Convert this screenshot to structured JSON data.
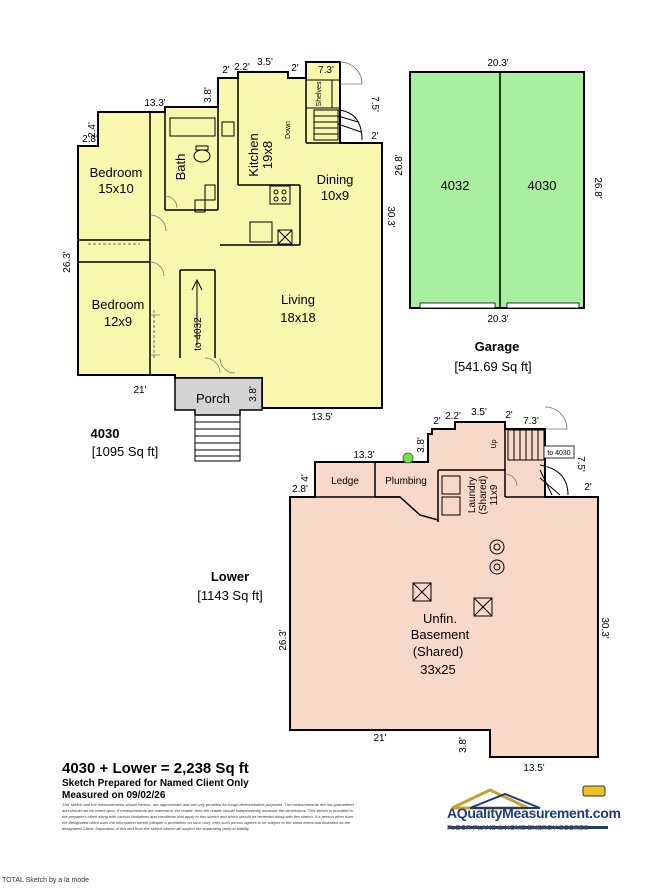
{
  "units": {
    "u4030": {
      "name": "4030",
      "area": "[1095 Sq ft]",
      "rooms": [
        {
          "id": "bedroom1",
          "name": "Bedroom",
          "size": "15x10"
        },
        {
          "id": "bedroom2",
          "name": "Bedroom",
          "size": "12x9"
        },
        {
          "id": "bath",
          "name": "Bath",
          "size": ""
        },
        {
          "id": "kitchen",
          "name": "Kitchen",
          "size": "19x8"
        },
        {
          "id": "dining",
          "name": "Dining",
          "size": "10x9"
        },
        {
          "id": "living",
          "name": "Living",
          "size": "18x18"
        },
        {
          "id": "porch",
          "name": "Porch",
          "size": ""
        }
      ],
      "notes": {
        "shelves": "Shelves",
        "down": "Down",
        "to4032": "to 4032"
      },
      "dims": {
        "top_left": "13.3'",
        "d2a": "2'",
        "d22": "2.2'",
        "d35": "3.5'",
        "d2b": "2'",
        "d73": "7.3'",
        "d38": "3.8'",
        "d24": "2.4'",
        "d28": "2.8'",
        "d75": "7.5'",
        "d2c": "2'",
        "d303": "30.3'",
        "d263": "26.3'",
        "d21": "21'",
        "d38b": "3.8'",
        "d135": "13.5'"
      }
    },
    "garage": {
      "name": "Garage",
      "area": "[541.69 Sq ft]",
      "bays": [
        "4032",
        "4030"
      ],
      "dims": {
        "top": "20.3'",
        "bottom": "20.3'",
        "left": "26.8'",
        "right": "26.8'"
      }
    },
    "lower": {
      "name": "Lower",
      "area": "[1143 Sq ft]",
      "rooms": [
        {
          "id": "ledge",
          "name": "Ledge"
        },
        {
          "id": "plumbing",
          "name": "Plumbing"
        },
        {
          "id": "laundry",
          "name": "Laundry",
          "sub": "(Shared)",
          "size": "11x9"
        },
        {
          "id": "basement",
          "lines": [
            "Unfin.",
            "Basement",
            "(Shared)",
            "33x25"
          ]
        }
      ],
      "notes": {
        "up": "Up",
        "to4030": "to 4030"
      },
      "dims": {
        "d22a": "2'",
        "d22": "2.2'",
        "d35": "3.5'",
        "d2b": "2'",
        "d73": "7.3'",
        "d133": "13.3'",
        "d38": "3.8'",
        "d4": "4'",
        "d28": "2.8'",
        "d75": "7.5'",
        "d2c": "2'",
        "d303": "30.3'",
        "d263": "26.3'",
        "d21": "21'",
        "d38b": "3.8'",
        "d135": "13.5'"
      }
    }
  },
  "summary": {
    "total": "4030 + Lower = 2,238 Sq ft",
    "prepared": "Sketch Prepared for Named Client Only",
    "measured": "Measured on 09/02/26",
    "disclaimer": "This sketch and the measurements shown hereon, are approximate and are only provided for rough demonstrative purposes. The measurements are not guaranteed and should not be relied upon. If measurements are material to the reader, then the reader should independently measure the dimensions. This sketch is provided to the preparer's client along with various limitations and conditions that apply to this sketch and which should be reviewed along with this sketch. If a person other than the designated client uses the information herein (despite a prohibition on such use), then such person agrees to be subject to the same terms and limitation as the designated Client. Separation of this text from the sketch above will subject the separating party to liability."
  },
  "logo": {
    "brand": "AQualityMeasurement.com",
    "tagline": "FLOOR PLANS & HOME ENERGY SCORES"
  },
  "credit": "TOTAL Sketch by a la mode",
  "colors": {
    "main_floor": "#f9f7ad",
    "garage": "#a8f0a0",
    "lower": "#f8d8c8",
    "porch": "#d4d4d4",
    "marker": "#7ed957"
  }
}
